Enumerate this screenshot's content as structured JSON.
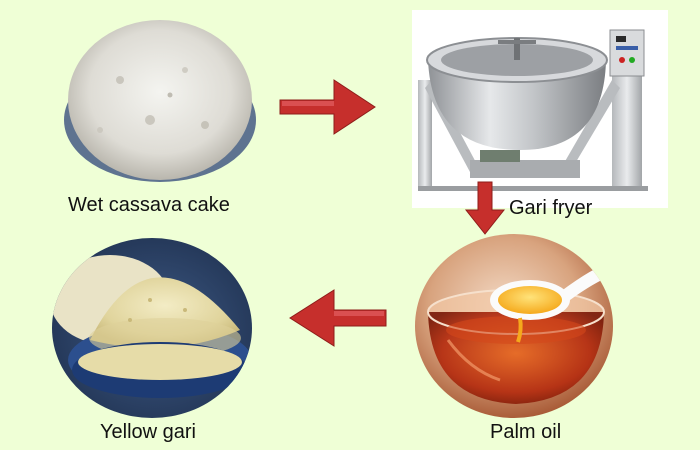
{
  "steps": [
    {
      "id": "wet-cassava-cake",
      "label": "Wet cassava cake"
    },
    {
      "id": "gari-fryer",
      "label": "Gari fryer"
    },
    {
      "id": "palm-oil",
      "label": "Palm oil"
    },
    {
      "id": "yellow-gari",
      "label": "Yellow gari"
    }
  ],
  "colors": {
    "background": "#efffd6",
    "arrow": "#c62f2c"
  }
}
